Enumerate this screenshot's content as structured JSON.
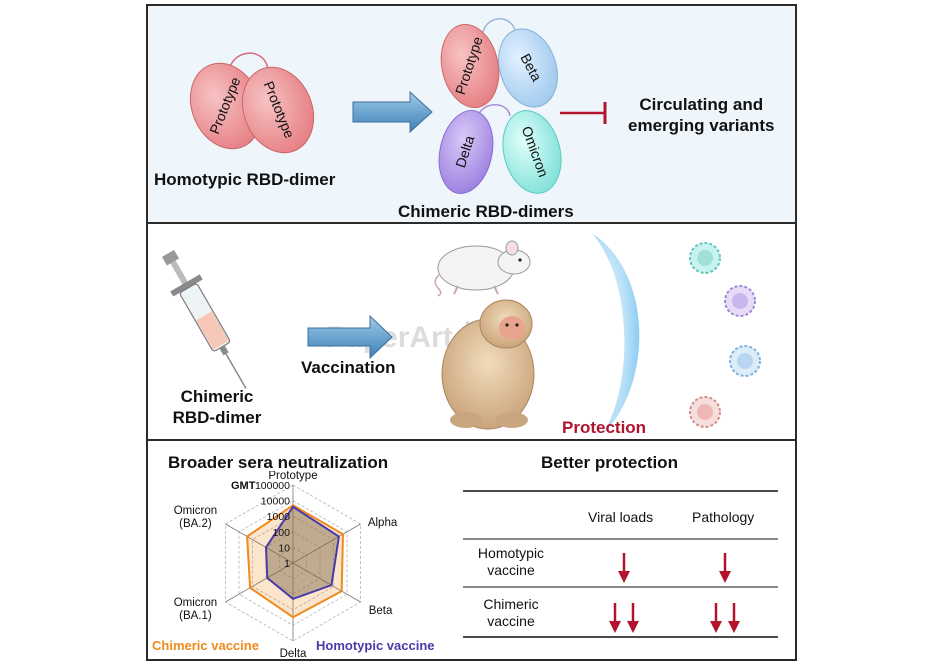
{
  "panel1": {
    "homotypic_top": "Prototype",
    "homotypic_bottom": "Prototype",
    "homotypic_label": "Homotypic RBD-dimer",
    "chimeric_ovals": [
      "Prototype",
      "Beta",
      "Delta",
      "Omicron"
    ],
    "chimeric_label": "Chimeric RBD-dimers",
    "target_line1": "Circulating and",
    "target_line2": "emerging variants"
  },
  "panel2": {
    "syringe_label_line1": "Chimeric",
    "syringe_label_line2": "RBD-dimer",
    "arrow_label": "Vaccination",
    "protection_label": "Protection",
    "watermark": "PaperArt 样稿"
  },
  "panel3": {
    "left_title": "Broader sera neutralization",
    "right_title": "Better protection",
    "gmt_label": "GMT",
    "legend_chimeric": "Chimeric vaccine",
    "legend_homotypic": "Homotypic vaccine",
    "table_headers": [
      "Viral loads",
      "Pathology"
    ],
    "table_rows": [
      {
        "line1": "Homotypic",
        "line2": "vaccine",
        "viral_arrows": 1,
        "pathology_arrows": 1
      },
      {
        "line1": "Chimeric",
        "line2": "vaccine",
        "viral_arrows": 2,
        "pathology_arrows": 2
      }
    ]
  },
  "chart_data": {
    "type": "radar",
    "axes": [
      "Prototype",
      "Alpha",
      "Beta",
      "Delta",
      "Omicron (BA.1)",
      "Omicron (BA.2)"
    ],
    "axis_labels": [
      [
        "Prototype"
      ],
      [
        "Alpha"
      ],
      [
        "Beta"
      ],
      [
        "Delta"
      ],
      [
        "Omicron",
        "(BA.1)"
      ],
      [
        "Omicron",
        "(BA.2)"
      ]
    ],
    "scale": "log10",
    "ticks": [
      "1",
      "10",
      "100",
      "1000",
      "10000",
      "100000"
    ],
    "tick_values": [
      1,
      10,
      100,
      1000,
      10000,
      100000
    ],
    "range": [
      1,
      100000
    ],
    "series": [
      {
        "name": "Chimeric vaccine",
        "color": "#ef8a1c",
        "values": [
          5000,
          5000,
          4000,
          3000,
          1500,
          2500
        ]
      },
      {
        "name": "Homotypic vaccine",
        "color": "#4a3aa8",
        "values": [
          4000,
          2500,
          700,
          200,
          80,
          100
        ]
      }
    ]
  },
  "colors": {
    "accent_red": "#b3142d",
    "arrow_blue": "#5b9cc9",
    "panel_border": "#2b2b2b"
  }
}
